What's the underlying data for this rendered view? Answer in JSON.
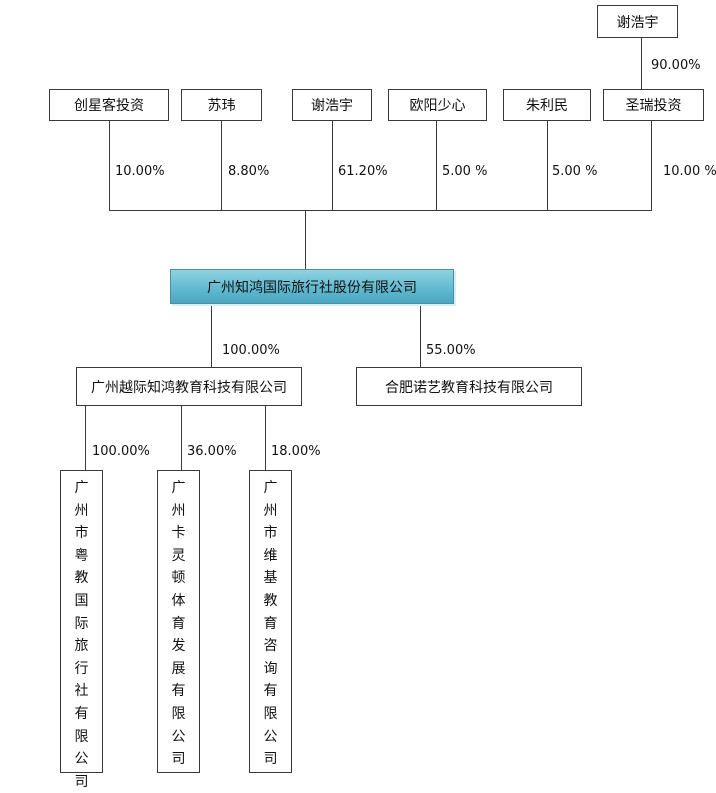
{
  "top_holder": {
    "name": "谢浩宇",
    "pct": "90.00%"
  },
  "shareholders": [
    {
      "name": "创星客投资",
      "pct": "10.00%"
    },
    {
      "name": "苏玮",
      "pct": "8.80%"
    },
    {
      "name": "谢浩宇",
      "pct": "61.20%"
    },
    {
      "name": "欧阳少心",
      "pct": "5.00 %"
    },
    {
      "name": "朱利民",
      "pct": "5.00 %"
    },
    {
      "name": "圣瑞投资",
      "pct": "10.00 %"
    }
  ],
  "company": {
    "name": "广州知鸿国际旅行社股份有限公司"
  },
  "subsidiaries": [
    {
      "name": "广州越际知鸿教育科技有限公司",
      "pct": "100.00%"
    },
    {
      "name": "合肥诺艺教育科技有限公司",
      "pct": "55.00%"
    }
  ],
  "sub_subsidiaries": [
    {
      "name": "广州市粤教国际旅行社有限公司",
      "pct": "100.00%"
    },
    {
      "name": "广州卡灵顿体育发展有限公司",
      "pct": "36.00%"
    },
    {
      "name": "广州市维基教育咨询有限公司",
      "pct": "18.00%"
    }
  ]
}
